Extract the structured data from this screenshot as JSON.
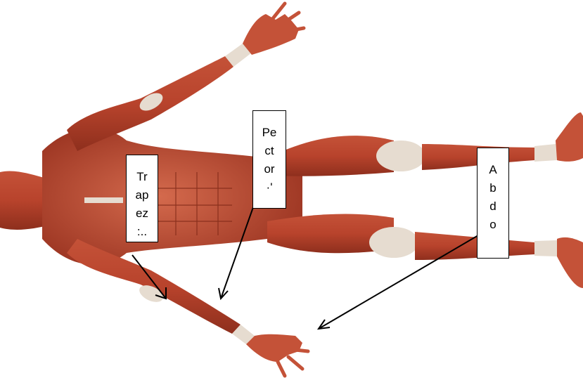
{
  "labels": {
    "trapezius": {
      "lines": [
        "Tr",
        "ap",
        "ez",
        ":.."
      ]
    },
    "pectoral": {
      "lines": [
        "Pe",
        "ct",
        "or",
        "·'"
      ]
    },
    "abdominal": {
      "lines": [
        "A",
        "b",
        "d",
        "o"
      ]
    }
  },
  "colors": {
    "muscle": "#b8432c",
    "muscle_dark": "#8e2f1d",
    "tendon": "#e6dcd0",
    "skin_highlight": "#d96a4d",
    "arrow": "#000000"
  }
}
